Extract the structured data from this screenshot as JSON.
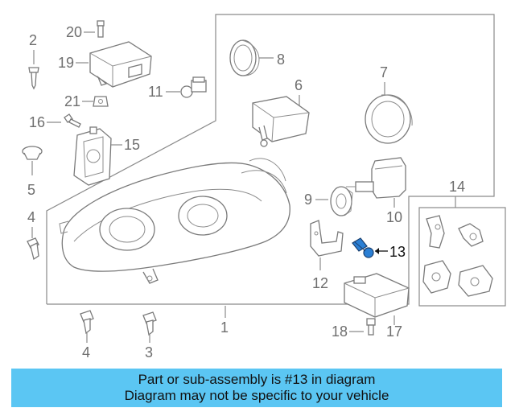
{
  "diagram": {
    "callouts": {
      "c1": "1",
      "c2": "2",
      "c3": "3",
      "c4a": "4",
      "c4b": "4",
      "c5": "5",
      "c6": "6",
      "c7": "7",
      "c8": "8",
      "c9": "9",
      "c10": "10",
      "c11": "11",
      "c12": "12",
      "c13": "13",
      "c14": "14",
      "c15": "15",
      "c16": "16",
      "c17": "17",
      "c18": "18",
      "c19": "19",
      "c20": "20",
      "c21": "21"
    },
    "highlighted_part": "13",
    "highlight_color": "#2a7fd4"
  },
  "banner": {
    "line1": "Part or sub-assembly is #13 in diagram",
    "line2": "Diagram may not be specific to your vehicle",
    "background": "#5bc6f3"
  }
}
